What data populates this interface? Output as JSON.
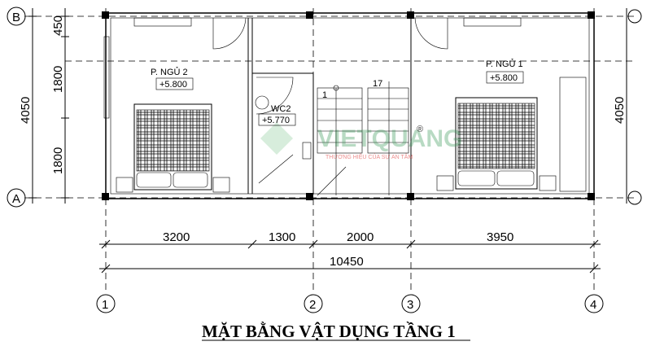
{
  "title": "MẶT BẰNG VẬT DỤNG TẦNG 1",
  "grid_axes": {
    "vertical": [
      "1",
      "2",
      "3",
      "4"
    ],
    "horizontal": [
      "B",
      "A"
    ]
  },
  "dimensions": {
    "left": [
      "450",
      "1800",
      "1800"
    ],
    "left_total": "4050",
    "right_total": "4050",
    "bottom": [
      "3200",
      "1300",
      "2000",
      "3950"
    ],
    "bottom_total": "10450"
  },
  "rooms": [
    {
      "name": "P. NGỦ 2",
      "level": "+5.800"
    },
    {
      "name": "WC2",
      "level": "+5.770"
    },
    {
      "name": "P. NGỦ 1",
      "level": "+5.800"
    }
  ],
  "stairs": {
    "start": "1",
    "end": "17"
  },
  "watermark": {
    "brand": "VIETQUANG",
    "tagline": "THƯƠNG HIỆU CỦA SỰ AN TÂM",
    "mark": "®"
  }
}
